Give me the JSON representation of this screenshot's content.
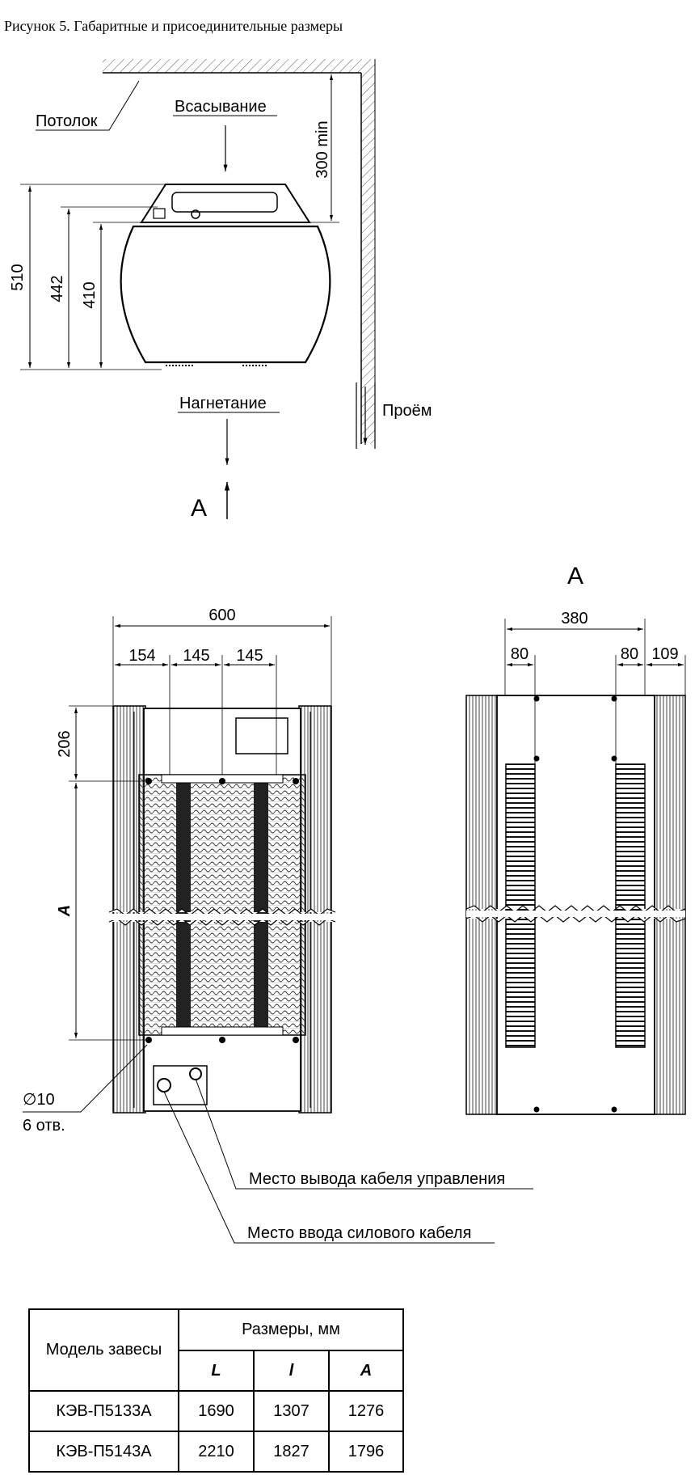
{
  "caption": "Рисунок 5. Габаритные и присоединительные размеры",
  "side_view": {
    "ceiling": "Потолок",
    "intake": "Всасывание",
    "discharge": "Нагнетание",
    "opening": "Проём",
    "clearance": "300 min",
    "h_total": "510",
    "h_442": "442",
    "h_410": "410",
    "view_arrow": "А"
  },
  "front_view": {
    "width": "600",
    "d154": "154",
    "d145a": "145",
    "d145b": "145",
    "d206": "206",
    "dim_A": "A",
    "hole_dia": "∅10",
    "hole_count": "6 отв.",
    "control_cable": "Место вывода кабеля управления",
    "power_cable": "Место ввода силового кабеля"
  },
  "rear_view": {
    "title": "А",
    "d380": "380",
    "d80a": "80",
    "d80b": "80",
    "d109": "109"
  },
  "table": {
    "col_model": "Модель завесы",
    "col_sizes": "Размеры, мм",
    "col_L": "L",
    "col_l": "l",
    "col_A": "A",
    "rows": [
      {
        "model": "КЭВ-П5133А",
        "L": "1690",
        "l": "1307",
        "A": "1276"
      },
      {
        "model": "КЭВ-П5143А",
        "L": "2210",
        "l": "1827",
        "A": "1796"
      }
    ]
  }
}
